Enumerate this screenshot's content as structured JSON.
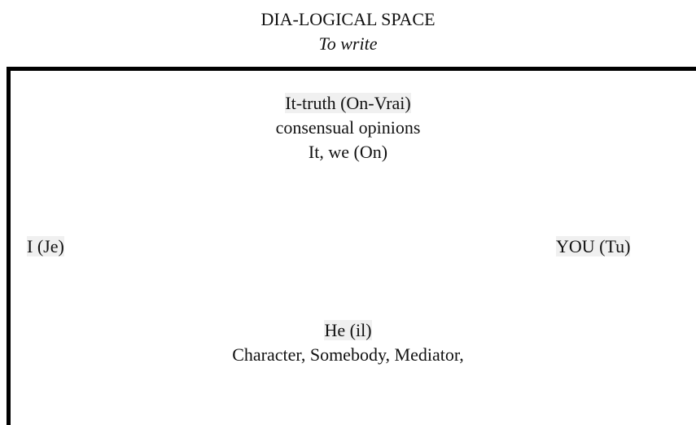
{
  "header": {
    "title": "DIA-LOGICAL SPACE",
    "subtitle": "To write"
  },
  "top_node": {
    "label": "It-truth (On-Vrai)",
    "line2": "consensual opinions",
    "line3": "It, we (On)"
  },
  "left_node": {
    "label": "I (Je)"
  },
  "right_node": {
    "label": "YOU (Tu)"
  },
  "bottom_node": {
    "label": "He (il)",
    "line2": "Character, Somebody, Mediator,"
  }
}
